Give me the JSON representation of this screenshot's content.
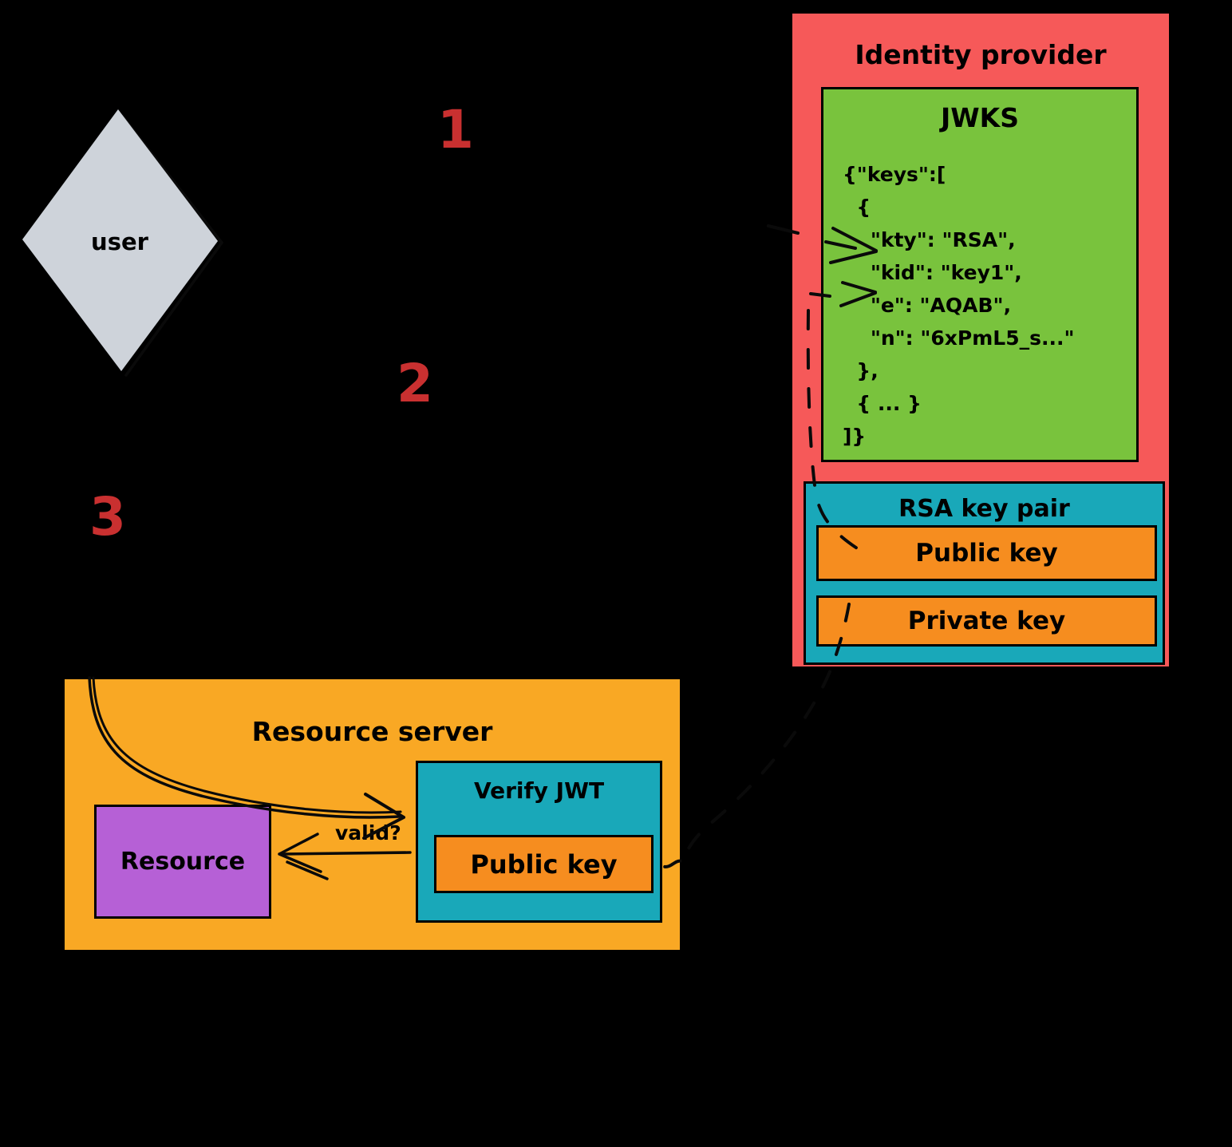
{
  "user_node": {
    "label": "user"
  },
  "steps": {
    "one": "1",
    "two": "2",
    "three": "3"
  },
  "identity_provider": {
    "title": "Identity provider",
    "jwks": {
      "title": "JWKS",
      "json_lines": [
        "{\"keys\":[",
        "  {",
        "    \"kty\": \"RSA\",",
        "    \"kid\": \"key1\",",
        "    \"e\": \"AQAB\",",
        "    \"n\": \"6xPmL5_s...\"",
        "  },",
        "  { ... }",
        "]}"
      ]
    },
    "rsa_key_pair": {
      "title": "RSA key pair",
      "public_key": "Public key",
      "private_key": "Private key"
    }
  },
  "resource_server": {
    "title": "Resource server",
    "resource": "Resource",
    "verify_jwt": {
      "title": "Verify JWT",
      "public_key": "Public key"
    },
    "valid_label": "valid?"
  },
  "colors": {
    "background": "#000000",
    "identity_box": "#f65959",
    "jwks_box": "#79c33d",
    "teal_box": "#19a8b9",
    "key_box": "#f68d1f",
    "resource_server_box": "#f9a824",
    "resource_box": "#b660d6",
    "user_diamond": "#ced3da",
    "step_number": "#c93030",
    "stroke": "#0a0a0a"
  }
}
